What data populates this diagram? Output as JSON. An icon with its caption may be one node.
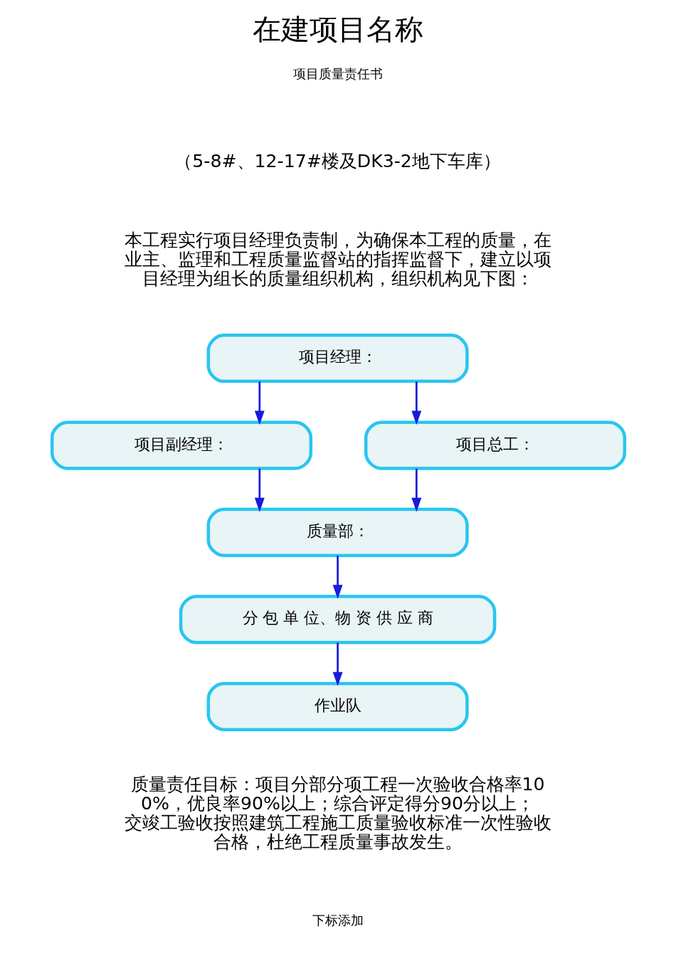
{
  "diagram": {
    "title": "在建项目名称",
    "nodes": [
      {
        "text": [
          "项目经理："
        ]
      },
      {
        "text": [
          "项目副经理："
        ]
      },
      {
        "text": [
          "项目总工："
        ]
      },
      {
        "text": [
          "质量部："
        ]
      },
      {
        "text": [
          "分 包 单 位、物 资 供 应 商"
        ]
      },
      {
        "text": [
          "作业队"
        ]
      }
    ],
    "edges": [
      {
        "from": 0,
        "to": 1,
        "arrow": "to"
      },
      {
        "from": 0,
        "to": 2,
        "arrow": "to"
      },
      {
        "from": 1,
        "to": 3,
        "arrow": "to"
      },
      {
        "from": 2,
        "to": 3,
        "arrow": "to"
      },
      {
        "from": 3,
        "to": 4,
        "arrow": "to"
      },
      {
        "from": 4,
        "to": 5,
        "arrow": "to"
      }
    ],
    "labels": [
      "项目质量责任书",
      "（5-8#、12-17#楼及DK3-2地下车库）",
      "本工程实行项目经理负责制，为确保本工程的质量，在业主、监理和工程质量监督站的指挥监督下，建立以项目经理为组长的质量组织机构，组织机构见下图：",
      "质量责任目标：项目分部分项工程一次验收合格率100%，优良率90%以上；综合评定得分90分以上；交竣工验收按照建筑工程施工质量验收标准一次性验收合格，杜绝工程质量事故发生。",
      "下标添加"
    ]
  }
}
